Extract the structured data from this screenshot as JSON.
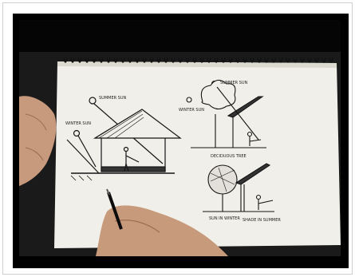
{
  "video": {
    "annotations": {
      "summer_sun_1": "SUMMER SUN",
      "winter_sun_1": "WINTER SUN",
      "summer_sun_2": "SUMMER SUN",
      "winter_sun_2": "WINTER SUN",
      "deciduous_tree": "DECIDUOUS TREE",
      "shade_in_summer": "SHADE IN SUMMER",
      "sun_in_winter": "SUN IN WINTER"
    }
  }
}
